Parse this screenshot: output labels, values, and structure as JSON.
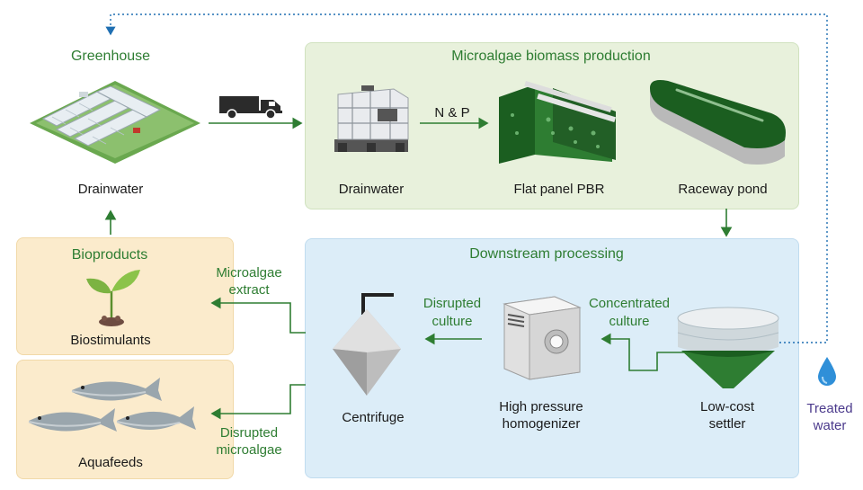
{
  "greenhouse": {
    "title": "Greenhouse",
    "label": "Drainwater"
  },
  "biomass": {
    "title": "Microalgae biomass production",
    "drainwater": "Drainwater",
    "flat_panel": "Flat panel PBR",
    "raceway": "Raceway pond",
    "nutrients": "N & P"
  },
  "downstream": {
    "title": "Downstream processing",
    "settler": [
      "Low-cost",
      "settler"
    ],
    "homogenizer": [
      "High pressure",
      "homogenizer"
    ],
    "centrifuge": "Centrifuge",
    "concentrated": [
      "Concentrated",
      "culture"
    ],
    "disrupted": [
      "Disrupted",
      "culture"
    ]
  },
  "bioproducts": {
    "title": "Bioproducts",
    "label": "Biostimulants"
  },
  "aquafeeds": {
    "label": "Aquafeeds"
  },
  "flows": {
    "extract": [
      "Microalgae",
      "extract"
    ],
    "disrupted_microalgae": [
      "Disrupted",
      "microalgae"
    ]
  },
  "treated_water": [
    "Treated",
    "water"
  ],
  "colors": {
    "accent_green": "#2e7d32",
    "biomass_panel": "#e8f1dc",
    "downstream_panel": "#dcedf8",
    "product_panel": "#fbebcc",
    "water_blue": "#2f8fd8",
    "treated_label": "#4b3a8c"
  }
}
